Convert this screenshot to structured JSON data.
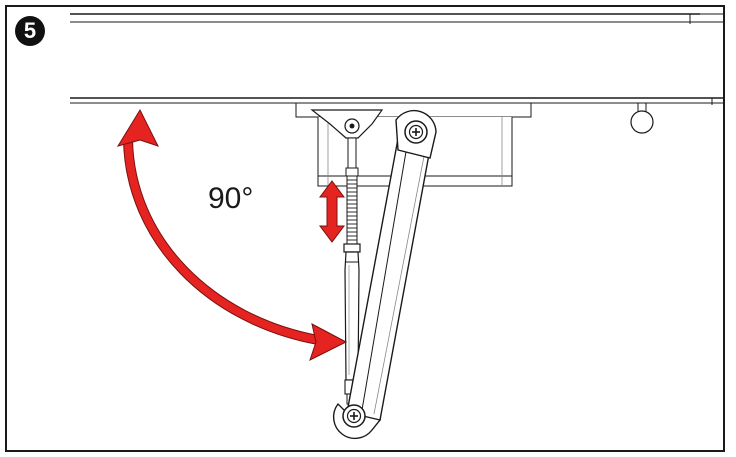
{
  "step": {
    "number": "5"
  },
  "diagram": {
    "angle_label": "90°"
  },
  "colors": {
    "line": "#1a1a1a",
    "arrow": "#e52421",
    "arrow_outline": "#7a1010",
    "background": "#ffffff"
  },
  "icons": {
    "step_badge": "circled-number",
    "angle_arrow": "curved-double-arrow",
    "adjust_arrow": "vertical-double-arrow",
    "screw": "phillips-screw-icon"
  }
}
